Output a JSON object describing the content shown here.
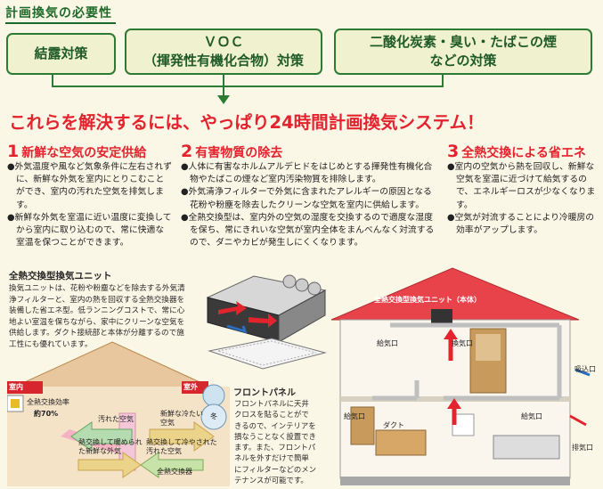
{
  "header": {
    "title": "計画換気の必要性"
  },
  "needs": [
    {
      "label_lines": [
        "結露対策"
      ]
    },
    {
      "label_lines": [
        "ＶＯＣ",
        "（揮発性有機化合物）対策"
      ]
    },
    {
      "label_lines": [
        "二酸化炭素・臭い・たばこの煙",
        "などの対策"
      ]
    }
  ],
  "headline": "これらを解決するには、やっぱり24時間計画換気システム！",
  "sections": [
    {
      "num": "1",
      "title": "新鮮な空気の安定供給",
      "bullets": [
        "●外気温度や風など気象条件に左右されずに、新鮮な外気を室内にとりこむことができ、室内の汚れた空気を排気します。",
        "●新鮮な外気を室温に近い温度に変換してから室内に取り込むので、常に快適な室温を保つことができます。"
      ]
    },
    {
      "num": "2",
      "title": "有害物質の除去",
      "bullets": [
        "●人体に有害なホルムアルデヒドをはじめとする揮発性有機化合物やたばこの煙など室内汚染物質を排除します。",
        "●外気清浄フィルターで外気に含まれたアレルギーの原因となる花粉や粉塵を除去したクリーンな空気を室内に供給します。",
        "●全熱交換型は、室内外の空気の湿度を交換するので適度な湿度を保ち、常にきれいな空気が室内全体をまんべんなく対流するので、ダニやカビが発生しにくくなります。"
      ]
    },
    {
      "num": "3",
      "title": "全熱交換による省エネ",
      "bullets": [
        "●室内の空気から熱を回収し、新鮮な空気を室温に近づけて給気するので、エネルギーロスが少なくなります。",
        "●空気が対流することにより冷暖房の効率がアップします。"
      ]
    }
  ],
  "unit": {
    "title": "全熱交換型換気ユニット",
    "description": "換気ユニットは、花粉や粉塵などを除去する外気清浄フィルターと、室内の熱を回収する全熱交換器を装備した省エネ型。低ランニングコストで、常に心地よい室温を保ちながら、家中にクリーンな空気を供給します。ダクト接続部と本体が分離するので施工性にも優れています。"
  },
  "front_panel": {
    "title": "フロントパネル",
    "description": "フロントパネルに天井クロスを貼ることができるので、インテリアを損なうことなく設置できます。また、フロントパネルを外すだけで簡単にフィルターなどのメンテナンスが可能です。"
  },
  "exchange_diagram": {
    "indoor": "室内",
    "outdoor": "室外",
    "efficiency_label": "全熱交換効率",
    "efficiency_value": "約70%",
    "winter_label": "冬",
    "dirty_air": "汚れた空気",
    "fresh_cold": "新鮮な冷たい空気",
    "warmed": "熱交換して暖められた新鮮な外気",
    "cooled": "熱交換して冷やされた汚れた空気",
    "exchanger": "全熱交換器"
  },
  "house_diagram": {
    "roof_label": "全熱交換型換気ユニット（本体）",
    "supply": "給気口",
    "exhaust": "換気口",
    "supply2": "給気口",
    "duct": "ダクト",
    "supply3": "給気口",
    "intake": "吸込口",
    "outlet": "排気口"
  },
  "colors": {
    "accent_red": "#e3232e",
    "green": "#2d7a34",
    "roof_red": "#e8434a"
  }
}
